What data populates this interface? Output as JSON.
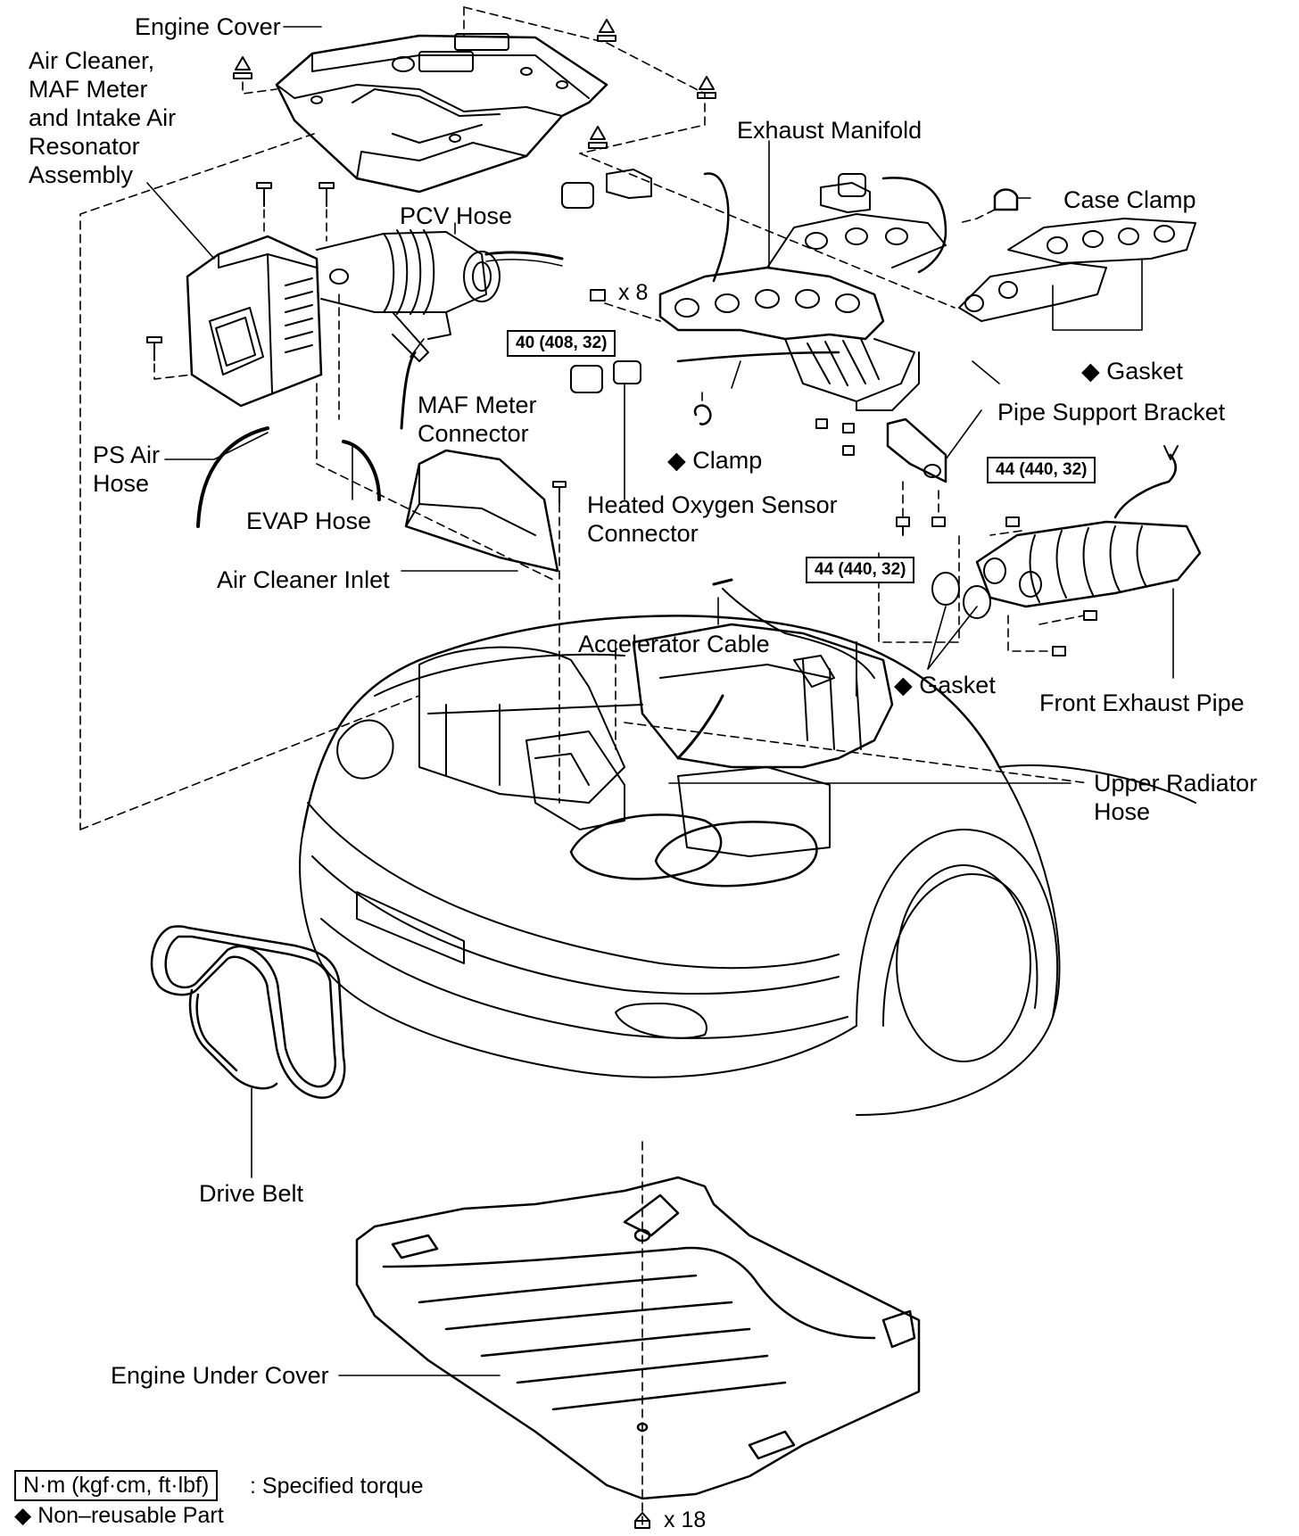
{
  "labels": {
    "engine_cover": "Engine Cover",
    "air_cleaner": [
      "Air Cleaner,",
      "MAF Meter",
      "and Intake Air",
      "Resonator",
      "Assembly"
    ],
    "pcv_hose": "PCV Hose",
    "exhaust_manifold": "Exhaust Manifold",
    "case_clamp": "Case Clamp",
    "gasket_1": "Gasket",
    "pipe_support_bracket": "Pipe Support Bracket",
    "maf_meter_connector": [
      "MAF Meter",
      "Connector"
    ],
    "clamp": "Clamp",
    "ps_air_hose": [
      "PS Air",
      "Hose"
    ],
    "evap_hose": "EVAP Hose",
    "heated_o2_connector": [
      "Heated Oxygen Sensor",
      "Connector"
    ],
    "air_cleaner_inlet": "Air Cleaner Inlet",
    "accelerator_cable": "Accelerator Cable",
    "gasket_2": "Gasket",
    "front_exhaust_pipe": "Front Exhaust Pipe",
    "upper_radiator_hose": [
      "Upper Radiator",
      "Hose"
    ],
    "drive_belt": "Drive Belt",
    "engine_under_cover": "Engine Under Cover"
  },
  "quantities": {
    "nuts_x8": "x 8",
    "bolts_x18": "x 18"
  },
  "torques": {
    "manifold": "40 (408, 32)",
    "bracket_upper": "44 (440, 32)",
    "bracket_lower": "44 (440, 32)"
  },
  "legend": {
    "torque_unit": "N·m (kgf·cm, ft·lbf)",
    "torque_desc": ": Specified torque",
    "nonreusable": "Non–reusable Part",
    "diamond": "◆"
  }
}
